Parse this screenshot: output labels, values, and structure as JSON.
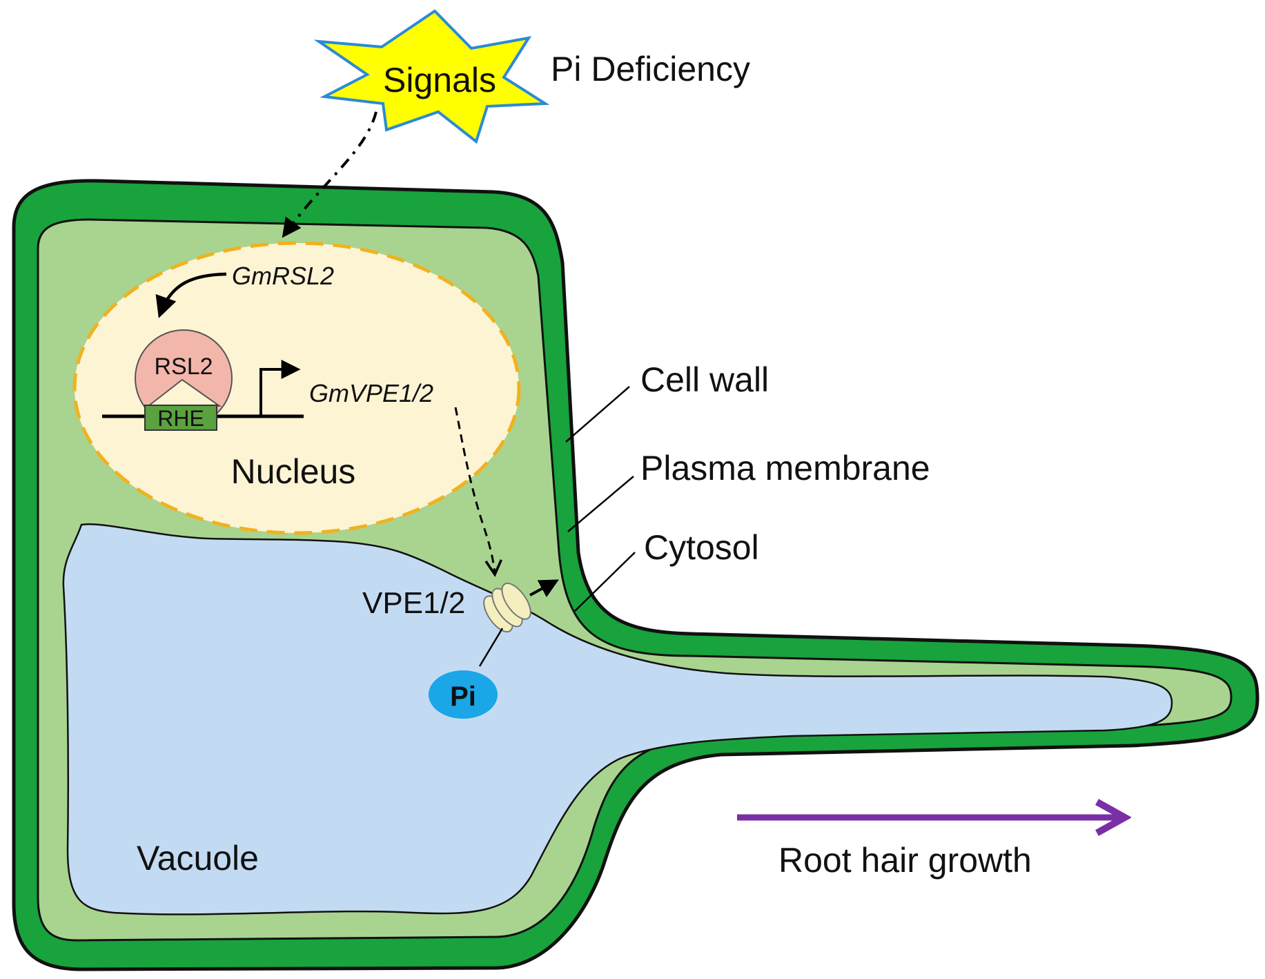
{
  "labels": {
    "signals": "Signals",
    "pi_deficiency": "Pi Deficiency",
    "gene_rsl2": "GmRSL2",
    "protein_rsl2": "RSL2",
    "rhe": "RHE",
    "gene_vpe": "GmVPE1/2",
    "nucleus": "Nucleus",
    "cell_wall": "Cell wall",
    "plasma_membrane": "Plasma membrane",
    "cytosol": "Cytosol",
    "vpe_protein": "VPE1/2",
    "pi": "Pi",
    "vacuole": "Vacuole",
    "root_hair_growth": "Root hair growth"
  },
  "colors": {
    "cell_wall": "#18a33c",
    "cytosol": "#a9d48f",
    "vacuole": "#c3dbf2",
    "nucleus_fill": "#fdf4d4",
    "nucleus_border": "#f0b21e",
    "signal_star": "#ffff00",
    "signal_star_border": "#2a8ad6",
    "rsl2_fill": "#f3b6ab",
    "rhe_fill": "#5aa13f",
    "pi_fill": "#1ba6e8",
    "growth_arrow": "#7a2fa6",
    "channel": "#f5efbf"
  }
}
